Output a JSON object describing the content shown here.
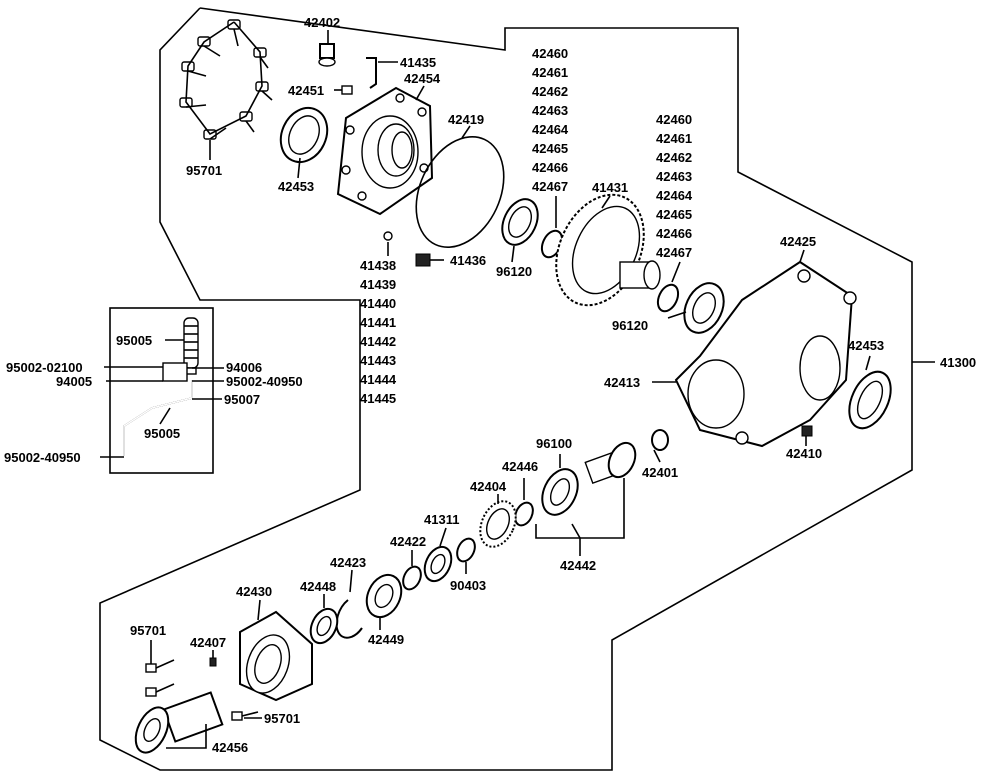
{
  "diagram": {
    "assembly_label": "41300",
    "inset_labels": {
      "boot_top": "95005",
      "clamp_a": "95002-02100",
      "clamp_b": "94006",
      "tube_a": "94005",
      "clamp_c": "95002-40950",
      "hose": "95007",
      "boot_bottom": "95005",
      "clamp_d": "95002-40950"
    },
    "bolts_top": "95701",
    "labels": {
      "p42402": "42402",
      "p41435": "41435",
      "p42454": "42454",
      "p42451": "42451",
      "p42419": "42419",
      "p42453a": "42453",
      "p41436": "41436",
      "p96120a": "96120",
      "p41431": "41431",
      "p96120b": "96120",
      "p42425": "42425",
      "p42453b": "42453",
      "p42413": "42413",
      "p42410": "42410",
      "p96100": "96100",
      "p42401": "42401",
      "p42446": "42446",
      "p42404": "42404",
      "p42442": "42442",
      "p41311": "41311",
      "p42422": "42422",
      "p90403": "90403",
      "p42423": "42423",
      "p42448": "42448",
      "p42449": "42449",
      "p42430": "42430",
      "p42407": "42407",
      "p95701b": "95701",
      "p95701c": "95701",
      "p42456": "42456"
    },
    "shim_list_1": [
      "42460",
      "42461",
      "42462",
      "42463",
      "42464",
      "42465",
      "42466",
      "42467"
    ],
    "shim_list_2": [
      "42460",
      "42461",
      "42462",
      "42463",
      "42464",
      "42465",
      "42466",
      "42467"
    ],
    "shim_list_3": [
      "41438",
      "41439",
      "41440",
      "41441",
      "41442",
      "41443",
      "41444",
      "41445"
    ]
  }
}
